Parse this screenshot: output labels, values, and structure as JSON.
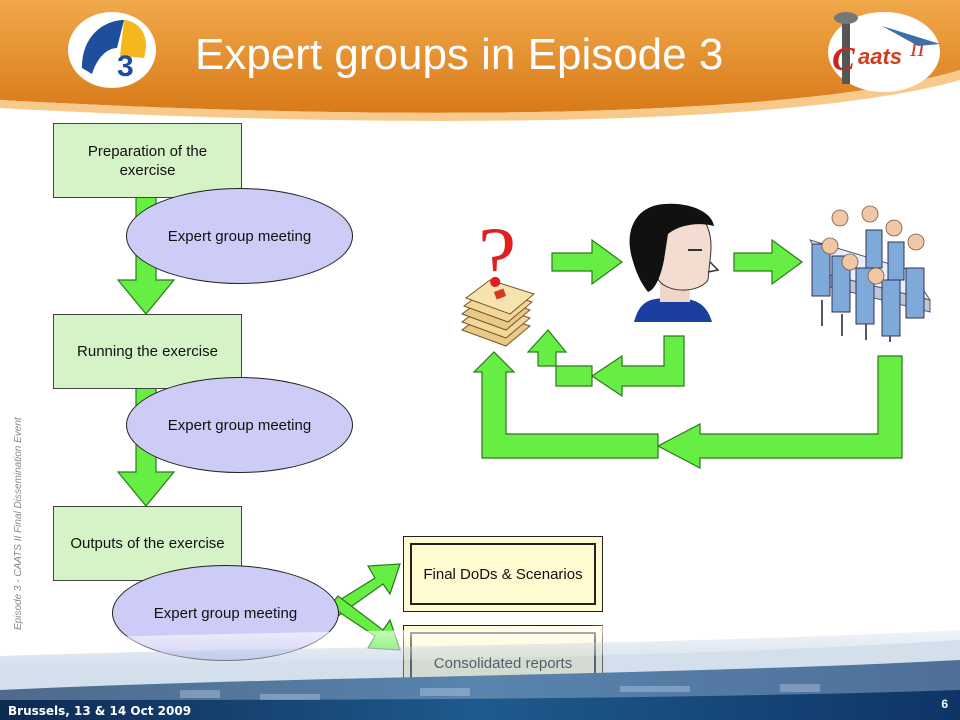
{
  "title": "Expert groups in Episode 3",
  "flow": {
    "steps": [
      "Preparation of the exercise",
      "Running the exercise",
      "Outputs of the exercise"
    ],
    "meeting_label": "Expert group meeting",
    "outputs": [
      "Final DoDs & Scenarios",
      "Consolidated reports"
    ]
  },
  "loop": {
    "question_mark": "?"
  },
  "footer": {
    "side_text": "Episode 3 - CAATS II Final Dissemination Event",
    "date": "Brussels, 13 & 14 Oct 2009",
    "page": "6"
  },
  "colors": {
    "header_orange": "#e58c2a",
    "box_green": "#d6f2c7",
    "ellipse_lavender": "#ccccf6",
    "arrow_green": "#66ee44",
    "output_yellow": "#fffad0",
    "question_red": "#e02020"
  }
}
